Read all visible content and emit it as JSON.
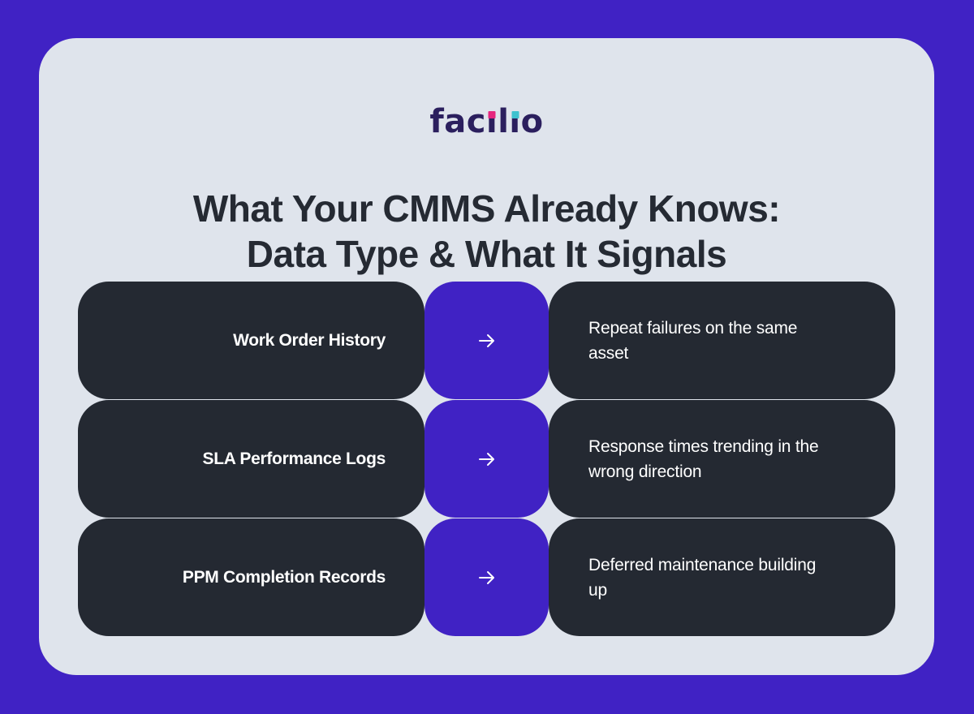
{
  "brand": {
    "name": "facilio",
    "letters": [
      "f",
      "a",
      "c",
      "i",
      "l",
      "i",
      "o"
    ],
    "dot_colors": {
      "first_i": "#e6267e",
      "second_i": "#3fc2cf"
    },
    "text_color": "#2b1f5e"
  },
  "title": {
    "line1": "What Your CMMS Already Knows:",
    "line2": "Data Type & What It Signals"
  },
  "colors": {
    "background": "#4022c4",
    "card": "#dfe4ec",
    "pill_dark": "#242932",
    "pill_accent": "#4022c4"
  },
  "rows": [
    {
      "data_type": "Work Order History",
      "arrow_icon": "arrow-right-icon",
      "signal": "Repeat failures on the same asset"
    },
    {
      "data_type": "SLA Performance Logs",
      "arrow_icon": "arrow-right-icon",
      "signal": "Response times trending in the wrong direction"
    },
    {
      "data_type": "PPM Completion Records",
      "arrow_icon": "arrow-right-icon",
      "signal": "Deferred maintenance building up"
    }
  ]
}
